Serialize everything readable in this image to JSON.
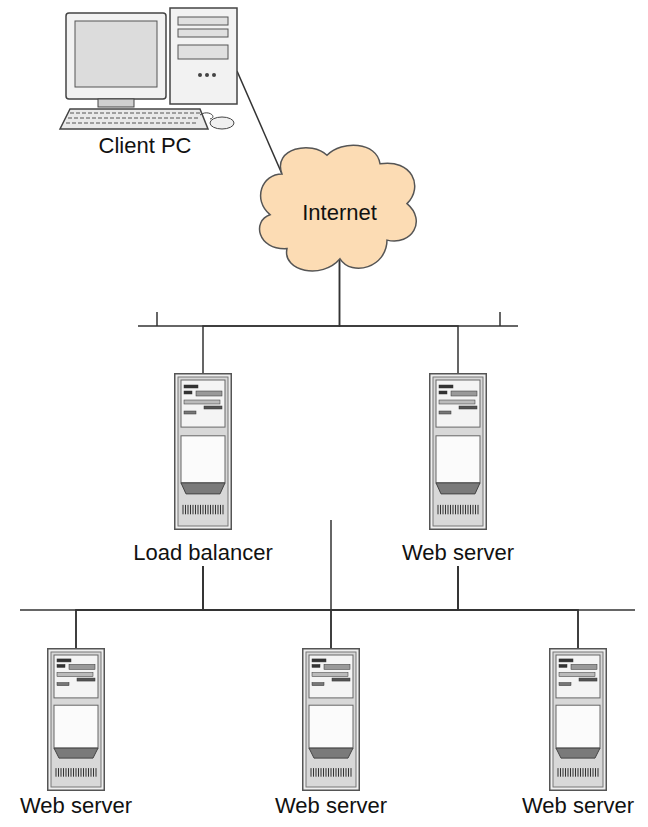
{
  "diagram": {
    "nodes": [
      {
        "text": [
          "Client PC"
        ]
      },
      {
        "text": [
          "Internet"
        ]
      },
      {
        "text": [
          "Load balancer"
        ]
      },
      {
        "text": [
          "Web server"
        ]
      },
      {
        "text": [
          "Web server"
        ]
      },
      {
        "text": [
          "Web server"
        ]
      },
      {
        "text": [
          "Web server"
        ]
      }
    ],
    "edges": [
      {
        "from": 0,
        "to": 1,
        "arrow": "none"
      },
      {
        "from": 1,
        "to": 2,
        "arrow": "none"
      },
      {
        "from": 1,
        "to": 3,
        "arrow": "none"
      },
      {
        "from": 2,
        "to": 4,
        "arrow": "none"
      },
      {
        "from": 2,
        "to": 5,
        "arrow": "none"
      },
      {
        "from": 2,
        "to": 6,
        "arrow": "none"
      },
      {
        "from": 3,
        "to": 4,
        "arrow": "none"
      },
      {
        "from": 3,
        "to": 5,
        "arrow": "none"
      },
      {
        "from": 3,
        "to": 6,
        "arrow": "none"
      }
    ]
  }
}
